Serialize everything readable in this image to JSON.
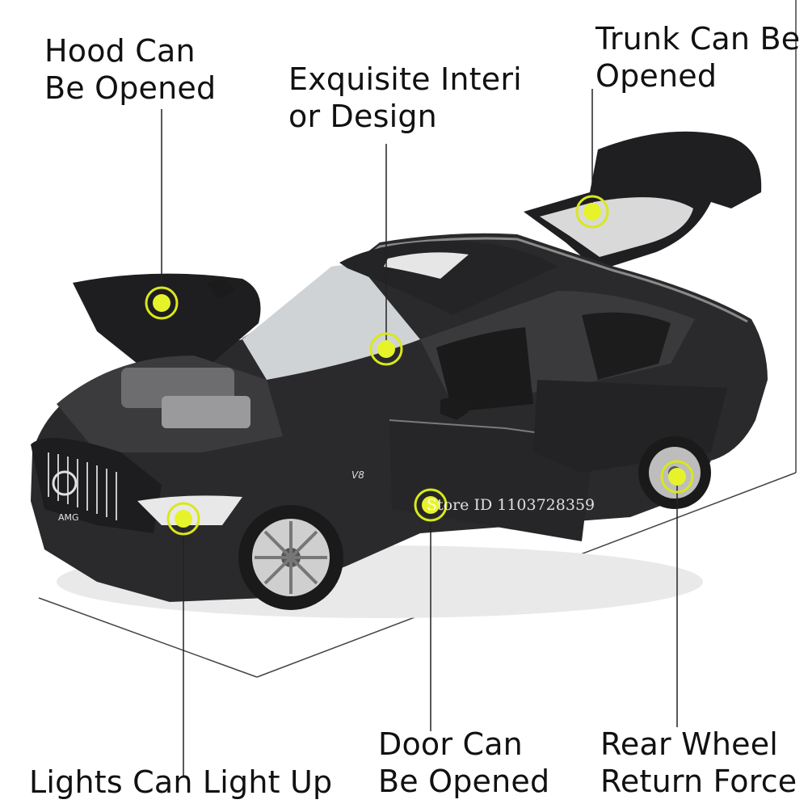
{
  "callouts": {
    "hood": [
      "Hood Can",
      "Be Opened"
    ],
    "interior": [
      "Exquisite Interi",
      "or Design"
    ],
    "trunk": [
      "Trunk Can Be",
      "Opened"
    ],
    "lights": [
      "Lights Can Light Up"
    ],
    "door": [
      "Door Can",
      "Be Opened"
    ],
    "rear_wheel": [
      "Rear Wheel",
      "Return Force"
    ]
  },
  "badges": {
    "grille": "AMG",
    "fender": "V8"
  },
  "watermark": "Store ID 1103728359",
  "colors": {
    "marker_ring": "#d9e81a",
    "marker_fill": "#e7f32a",
    "car_body": "#2a2a2c",
    "leader_line": "#222222"
  }
}
